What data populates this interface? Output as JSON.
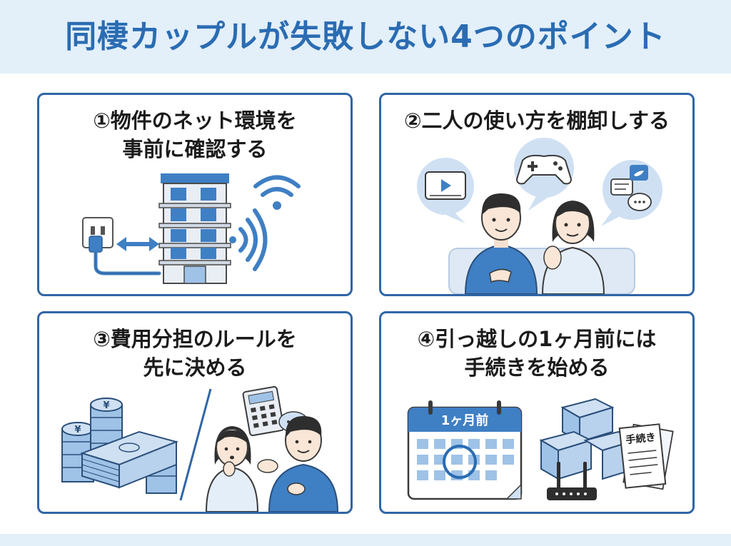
{
  "header": {
    "title": "同棲カップルが失敗しない4つのポイント"
  },
  "points": [
    {
      "line1": "①物件のネット環境を",
      "line2": "事前に確認する"
    },
    {
      "line1": "②二人の使い方を棚卸しする",
      "line2": ""
    },
    {
      "line1": "③費用分担のルールを",
      "line2": "先に決める"
    },
    {
      "line1": "④引っ越しの1ヶ月前には",
      "line2": "手続きを始める"
    }
  ],
  "illustrations": {
    "calendar_label": "1ヶ月前",
    "document_label": "手続き",
    "coin_symbol": "¥"
  },
  "colors": {
    "title": "#2a6cb3",
    "card_border": "#2f66a6",
    "accent_blue": "#3f7fc4",
    "light_blue": "#cfe0f3",
    "band": "#e3eff9"
  },
  "icons": [
    "building-icon",
    "wifi-icon",
    "wall-outlet-icon",
    "lan-cable-icon",
    "video-player-icon",
    "game-controller-icon",
    "chat-icon",
    "bird-icon",
    "yen-coin-stack-icon",
    "banknote-stack-icon",
    "calculator-icon",
    "calendar-icon",
    "cardboard-box-icon",
    "wifi-router-icon",
    "document-icon"
  ]
}
